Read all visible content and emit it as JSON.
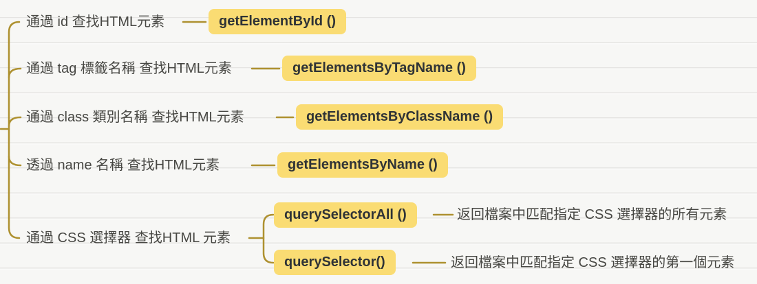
{
  "colors": {
    "branch_line": "#ae9130",
    "topic_fill": "#fadc73",
    "topic_text": "#2f3336",
    "label_text": "#474743",
    "paper_background": "#f7f7f5"
  },
  "mindmap": {
    "branches": [
      {
        "label": "通過 id 查找HTML元素",
        "method": "getElementById ()"
      },
      {
        "label": "通過 tag 標籤名稱 查找HTML元素",
        "method": "getElementsByTagName ()"
      },
      {
        "label": "通過 class 類別名稱 查找HTML元素",
        "method": "getElementsByClassName ()"
      },
      {
        "label": "透過 name 名稱 查找HTML元素",
        "method": "getElementsByName ()"
      },
      {
        "label": "通過 CSS 選擇器 查找HTML 元素",
        "children": [
          {
            "method": "querySelectorAll ()",
            "description": "返回檔案中匹配指定 CSS 選擇器的所有元素"
          },
          {
            "method": "querySelector()",
            "description": "返回檔案中匹配指定 CSS 選擇器的第一個元素"
          }
        ]
      }
    ]
  }
}
